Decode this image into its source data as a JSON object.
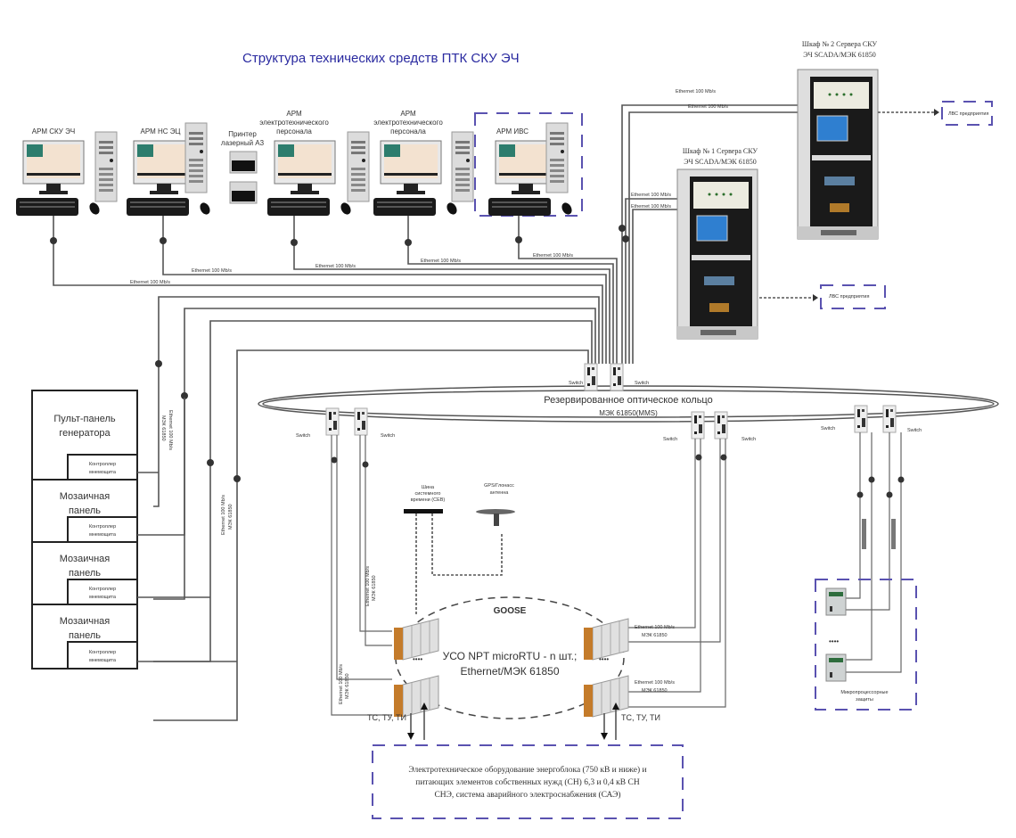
{
  "title": "Структура технических средств ПТК СКУ ЭЧ",
  "workstations": [
    {
      "label": "АРМ СКУ ЭЧ"
    },
    {
      "label": "АРМ НС ЭЦ"
    },
    {
      "label_lines": [
        "Принтер",
        "лазерный А3"
      ]
    },
    {
      "label_lines": [
        "АРМ",
        "электротехнического",
        "персонала"
      ]
    },
    {
      "label_lines": [
        "АРМ",
        "электротехнического",
        "персонала"
      ]
    },
    {
      "label": "АРМ ИВС"
    }
  ],
  "link_label": "Ethernet 100 Mb/s",
  "link_label_alt": "Ethernet 100 Mb/s",
  "link_label_iec": [
    "Ethernet 100 Mb/s",
    "МЭК 61850"
  ],
  "server_cabinets": [
    {
      "lines": [
        "Шкаф № 1 Сервера СКУ",
        "ЭЧ SCADA/МЭК 61850"
      ]
    },
    {
      "lines": [
        "Шкаф № 2 Сервера СКУ",
        "ЭЧ SCADA/МЭК 61850"
      ]
    }
  ],
  "enterprise_lan": "ЛВС предприятия",
  "ring": {
    "lines": [
      "Резервированное оптическое кольцо",
      "МЭК 61850(MMS)"
    ]
  },
  "switch_label": "Switch",
  "panels": [
    {
      "lines": [
        "Пульт-панель",
        "генератора"
      ],
      "controller": [
        "Контроллер",
        "мнемощита"
      ]
    },
    {
      "lines": [
        "Мозаичная",
        "панель"
      ],
      "controller": [
        "Контроллер",
        "мнемощита"
      ]
    },
    {
      "lines": [
        "Мозаичная",
        "панель"
      ],
      "controller": [
        "Контроллер",
        "мнемощита"
      ]
    },
    {
      "lines": [
        "Мозаичная",
        "панель"
      ],
      "controller": [
        "Контроллер",
        "мнемощита"
      ]
    }
  ],
  "time_bus": [
    "Шина",
    "системного",
    "времени (СЕВ)"
  ],
  "gps_antenna": [
    "GPS/Глонасс",
    "антенна"
  ],
  "goose": "GOOSE",
  "rtu": [
    "УСО NPT microRTU - n шт.;",
    "Ethernet/МЭК 61850"
  ],
  "ellipsis": "••••",
  "signals": "ТС, ТУ, ТИ",
  "protection": [
    "Микропроцессорные",
    "защиты"
  ],
  "equipment": [
    "Электротехническое оборудование энергоблока (750 кВ и ниже) и",
    "питающих элементов собственных нужд (СН) 6,3 и 0,4 кВ СН",
    "СНЭ, система аварийного электроснабжения (САЭ)"
  ],
  "colors": {
    "title": "#2a2aa0",
    "dashed_group": "#5a52b0",
    "wire": "#555555"
  }
}
